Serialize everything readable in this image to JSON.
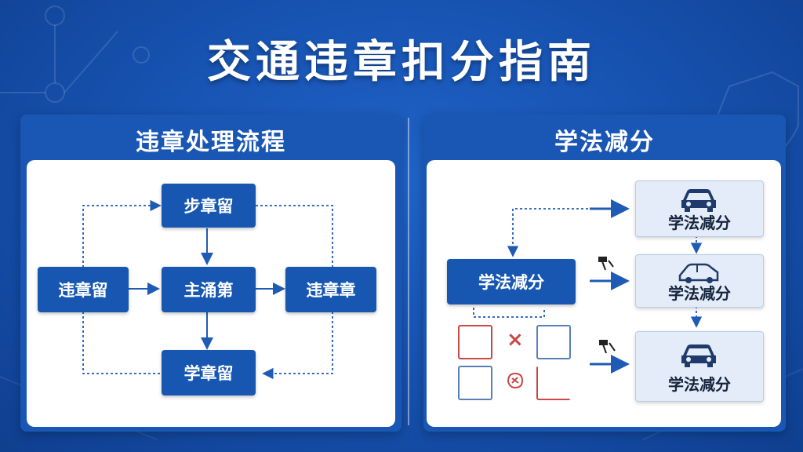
{
  "title": "交通违章扣分指南",
  "left_panel": {
    "title": "违章处理流程",
    "nodes": {
      "top": "步章留",
      "left": "违章留",
      "center": "主涌第",
      "right": "违章章",
      "bottom": "学章留"
    }
  },
  "right_panel": {
    "title": "学法减分",
    "main_node": "学法减分",
    "cards": [
      "学法减分",
      "学法减分",
      "学法减分"
    ],
    "cross_glyph": "×"
  },
  "colors": {
    "background": "#1650ad",
    "panel": "#1a57b5",
    "node": "#1757b1",
    "connector": "#1f5bb5",
    "red_box": "#c94848",
    "blue_box": "#5a7fb6",
    "card_fill": "#e3ecf8"
  },
  "icons": {
    "car": "car-icon",
    "hammer": "hammer-icon",
    "badge": "hand-badge-icon",
    "cross": "cross-icon"
  }
}
